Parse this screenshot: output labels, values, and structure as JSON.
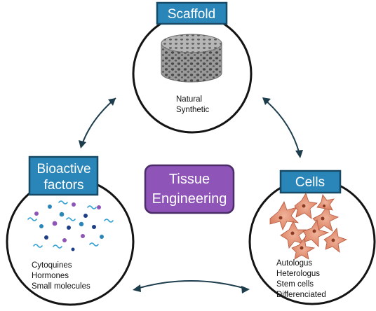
{
  "colors": {
    "badge_fill": "#2a86b8",
    "badge_stroke": "#164a66",
    "center_fill": "#8e54b8",
    "arrow": "#1d3c4c",
    "scaffold_gray": "#8a8a8a",
    "cell_orange": "#e0896a"
  },
  "center": {
    "line1": "Tissue",
    "line2": "Engineering"
  },
  "scaffold": {
    "title": "Scaffold",
    "icon": "porous-cylinder-scaffold-icon",
    "items": [
      "Natural",
      "Synthetic"
    ]
  },
  "bioactive": {
    "title_line1": "Bioactive",
    "title_line2": "factors",
    "icon": "molecules-icon",
    "items": [
      "Cytoquines",
      "Hormones",
      "Small molecules"
    ]
  },
  "cells": {
    "title": "Cells",
    "icon": "cells-icon",
    "items": [
      "Autologus",
      "Heterologus",
      "Stem cells",
      "Differenciated"
    ]
  }
}
